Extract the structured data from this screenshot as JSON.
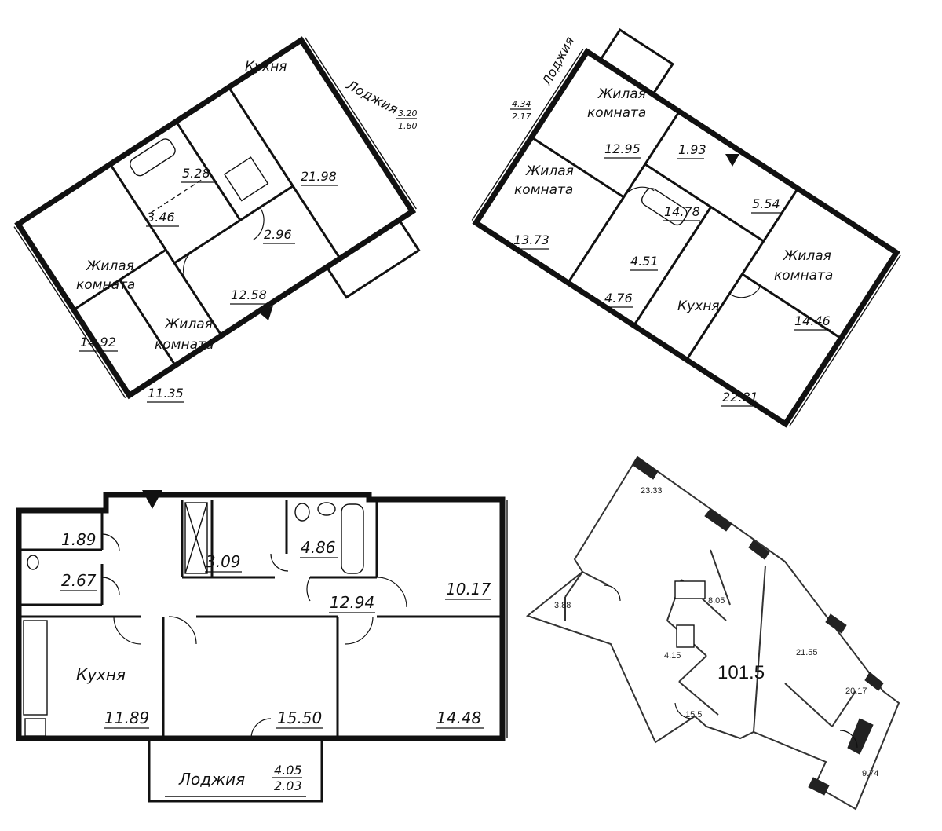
{
  "plans": [
    {
      "rooms": {
        "kitchen_label": "Кухня",
        "kitchen_area": "21.98",
        "loggia_label": "Лоджия",
        "loggia_area_1": "3.20",
        "loggia_area_2": "1.60",
        "bath_area": "5.28",
        "wc_area": "3.46",
        "shower_area": "2.96",
        "hall_area": "12.58",
        "room1_label_1": "Жилая",
        "room1_label_2": "комната",
        "room1_area": "14.92",
        "room2_label_1": "Жилая",
        "room2_label_2": "комната",
        "room2_area": "11.35"
      }
    },
    {
      "rooms": {
        "loggia_label": "Лоджия",
        "loggia_area_1": "4.34",
        "loggia_area_2": "2.17",
        "room_top_label_1": "Жилая",
        "room_top_label_2": "комната",
        "room_top_area": "12.95",
        "closet_area": "1.93",
        "room_left_label_1": "Жилая",
        "room_left_label_2": "комната",
        "room_left_area": "13.73",
        "hall_area": "14.78",
        "storage_area": "5.54",
        "bath_area": "4.51",
        "wc_area": "4.76",
        "kitchen_label": "Кухня",
        "kitchen_area": "22.81",
        "room_right_label_1": "Жилая",
        "room_right_label_2": "комната",
        "room_right_area": "14.46"
      }
    },
    {
      "rooms": {
        "closet_area": "1.89",
        "wc_area": "2.67",
        "laundry_area": "3.09",
        "bath_area": "4.86",
        "hall_area": "12.94",
        "room_ne_area": "10.17",
        "kitchen_label": "Кухня",
        "kitchen_area": "11.89",
        "room_mid_area": "15.50",
        "room_se_area": "14.48",
        "loggia_label": "Лоджия",
        "loggia_area_1": "4.05",
        "loggia_area_2": "2.03"
      }
    },
    {
      "rooms": {
        "a1": "23.33",
        "a2": "3.88",
        "a3": "8.05",
        "a4": "4.15",
        "total": "101.5",
        "a5": "21.55",
        "a6": "20.17",
        "a7": "15.5",
        "a8": "9.74"
      }
    }
  ]
}
